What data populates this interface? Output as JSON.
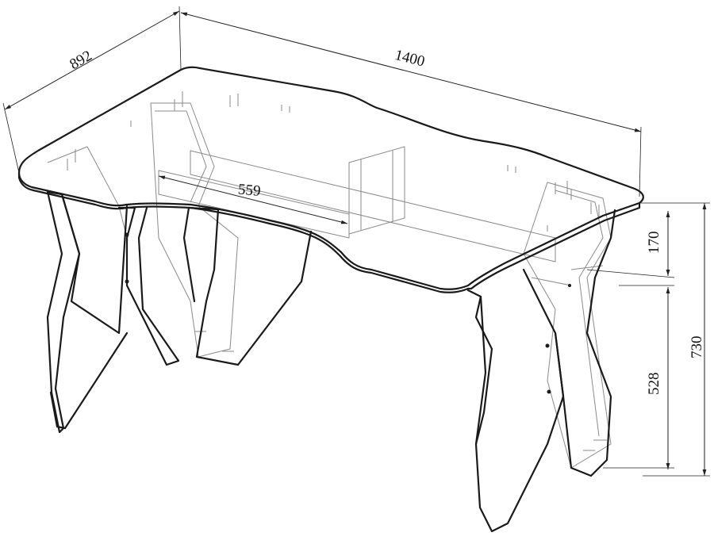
{
  "dimensions": {
    "depth": "892",
    "width": "1400",
    "shelf_width": "559",
    "top_to_shelf": "170",
    "shelf_height": "528",
    "total_height": "730"
  },
  "colors": {
    "outline": "#1a1a1a",
    "hidden_lines": "#8a8a8a",
    "background": "#ffffff"
  }
}
